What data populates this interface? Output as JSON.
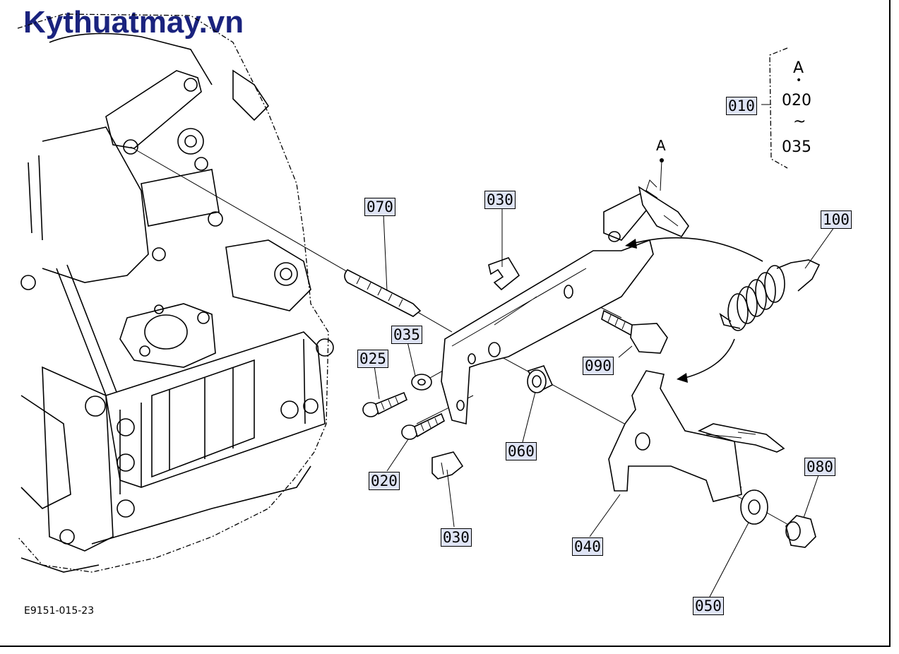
{
  "brand": "Kythuatmay.vn",
  "drawing_number": "E9151-015-23",
  "group_key": {
    "part": "010",
    "lines": [
      "A",
      "•",
      "020",
      "~",
      "035"
    ]
  },
  "reference_point": "A",
  "parts": {
    "p070": "070",
    "p030_top": "030",
    "p100": "100",
    "p035": "035",
    "p025": "025",
    "p090": "090",
    "p060": "060",
    "p020": "020",
    "p030_bottom": "030",
    "p080": "080",
    "p040": "040",
    "p050": "050"
  }
}
